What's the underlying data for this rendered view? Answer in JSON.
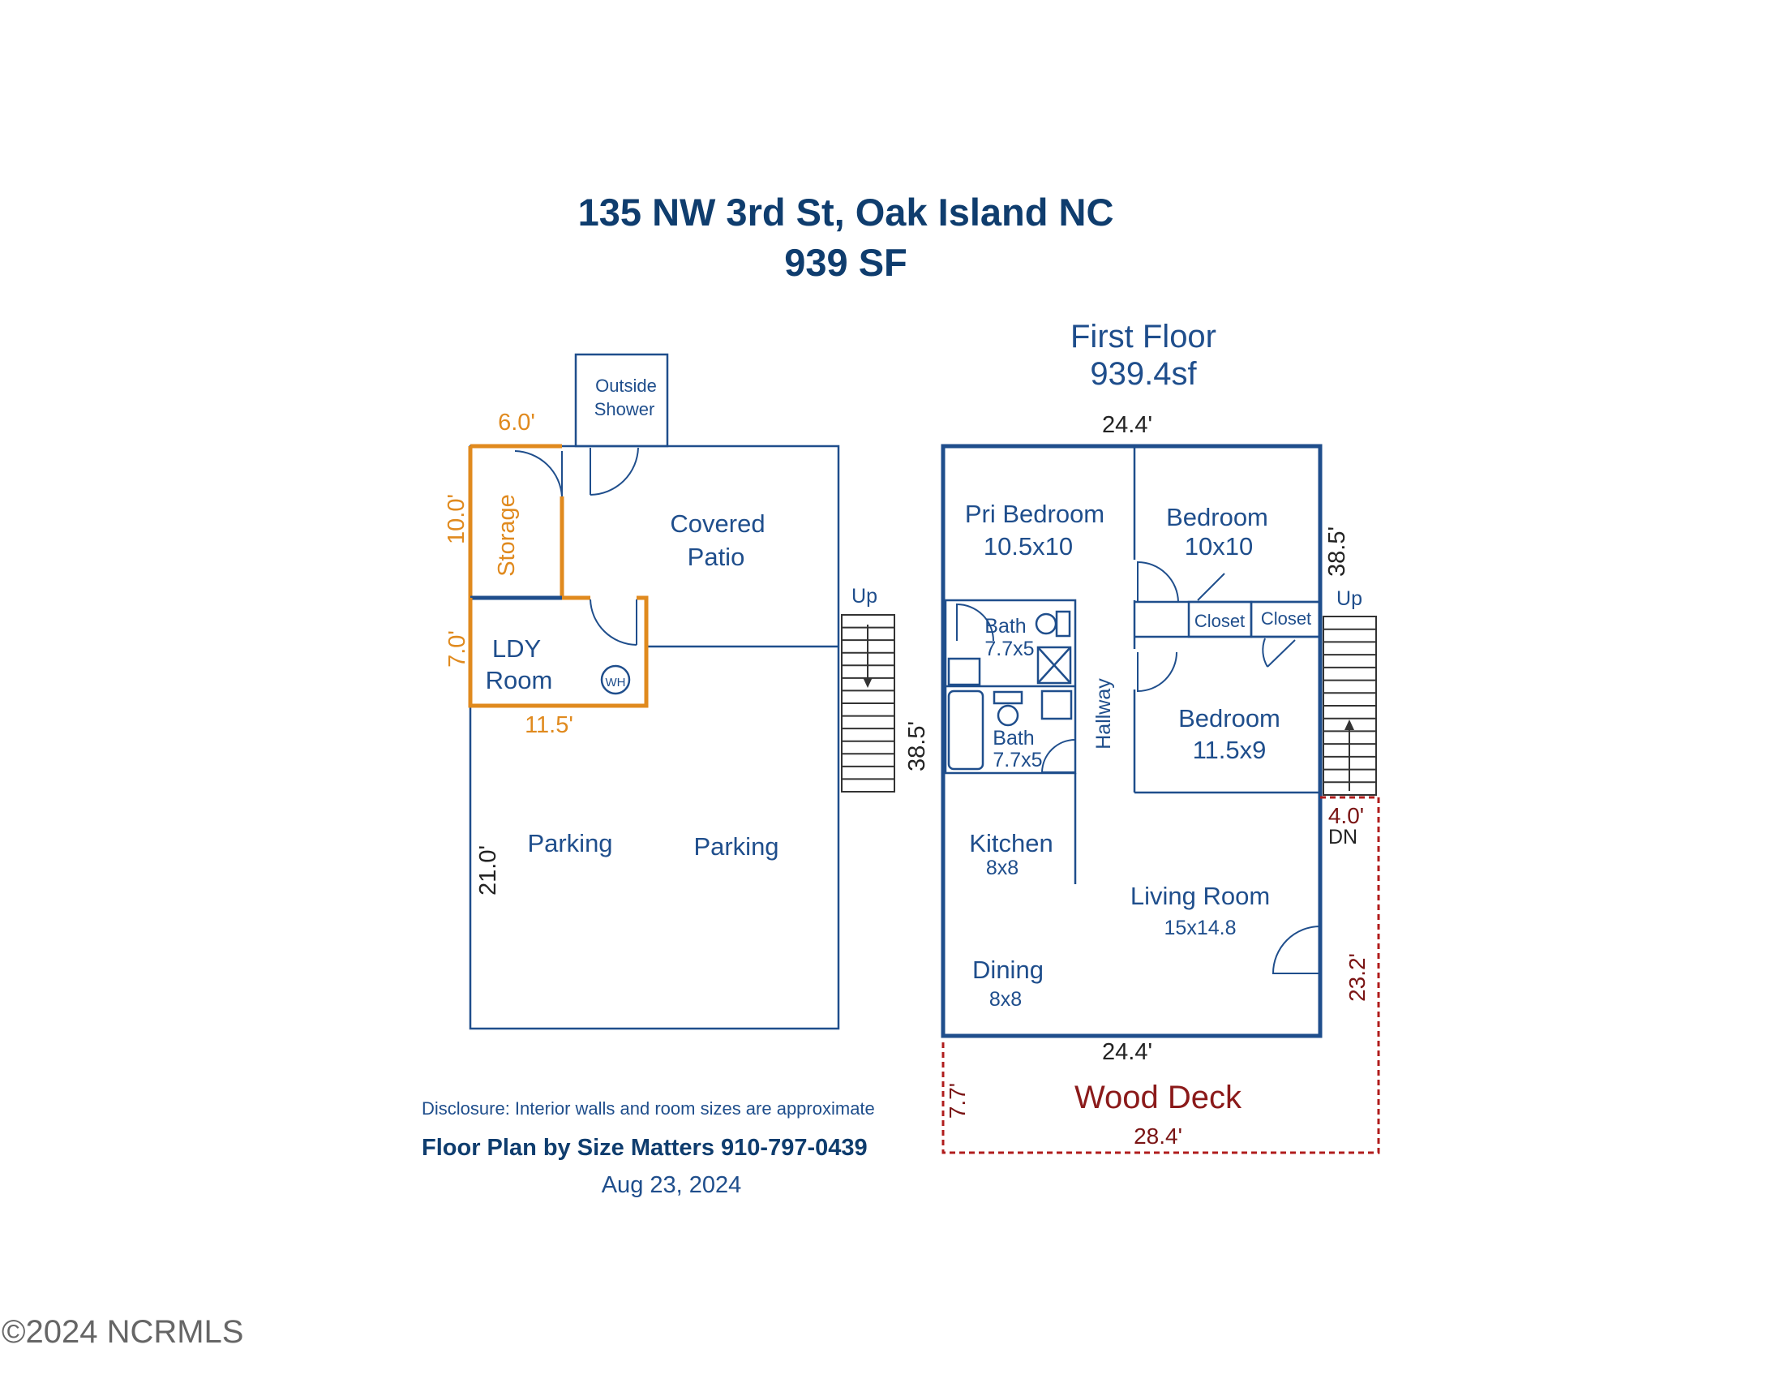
{
  "header": {
    "address": "135 NW 3rd St, Oak Island NC",
    "total_area": "939 SF"
  },
  "first_floor": {
    "title": "First Floor",
    "area": "939.4sf"
  },
  "ground_floor": {
    "rooms": {
      "outside_shower_line1": "Outside",
      "outside_shower_line2": "Shower",
      "storage": "Storage",
      "covered_patio_line1": "Covered",
      "covered_patio_line2": "Patio",
      "laundry_line1": "LDY",
      "laundry_line2": "Room",
      "water_heater": "WH",
      "parking_left": "Parking",
      "parking_right": "Parking"
    },
    "stairs_label": "Up",
    "dimensions": {
      "storage_width": "6.0'",
      "storage_height": "10.0'",
      "laundry_height": "7.0'",
      "laundry_width": "11.5'",
      "parking_depth": "21.0'",
      "total_depth": "38.5'"
    }
  },
  "upper_floor": {
    "rooms": {
      "pri_bedroom_name": "Pri Bedroom",
      "pri_bedroom_size": "10.5x10",
      "bedroom1_name": "Bedroom",
      "bedroom1_size": "10x10",
      "bath1_name": "Bath",
      "bath1_size": "7.7x5",
      "bath2_name": "Bath",
      "bath2_size": "7.7x5",
      "closet1": "Closet",
      "closet2": "Closet",
      "hallway": "Hallway",
      "bedroom2_name": "Bedroom",
      "bedroom2_size": "11.5x9",
      "kitchen_name": "Kitchen",
      "kitchen_size": "8x8",
      "living_name": "Living Room",
      "living_size": "15x14.8",
      "dining_name": "Dining",
      "dining_size": "8x8"
    },
    "stairs_up": "Up",
    "stairs_down": "DN",
    "dimensions": {
      "top_width": "24.4'",
      "right_depth": "38.5'",
      "landing": "4.0'",
      "bottom_width": "24.4'",
      "deck_side": "23.2'"
    }
  },
  "deck": {
    "name": "Wood Deck",
    "depth": "7.7'",
    "width": "28.4'"
  },
  "footer": {
    "disclosure": "Disclosure: Interior walls and room sizes are approximate",
    "credit": "Floor Plan by Size Matters  910-797-0439",
    "date": "Aug 23, 2024",
    "watermark": "©2024 NCRMLS"
  }
}
